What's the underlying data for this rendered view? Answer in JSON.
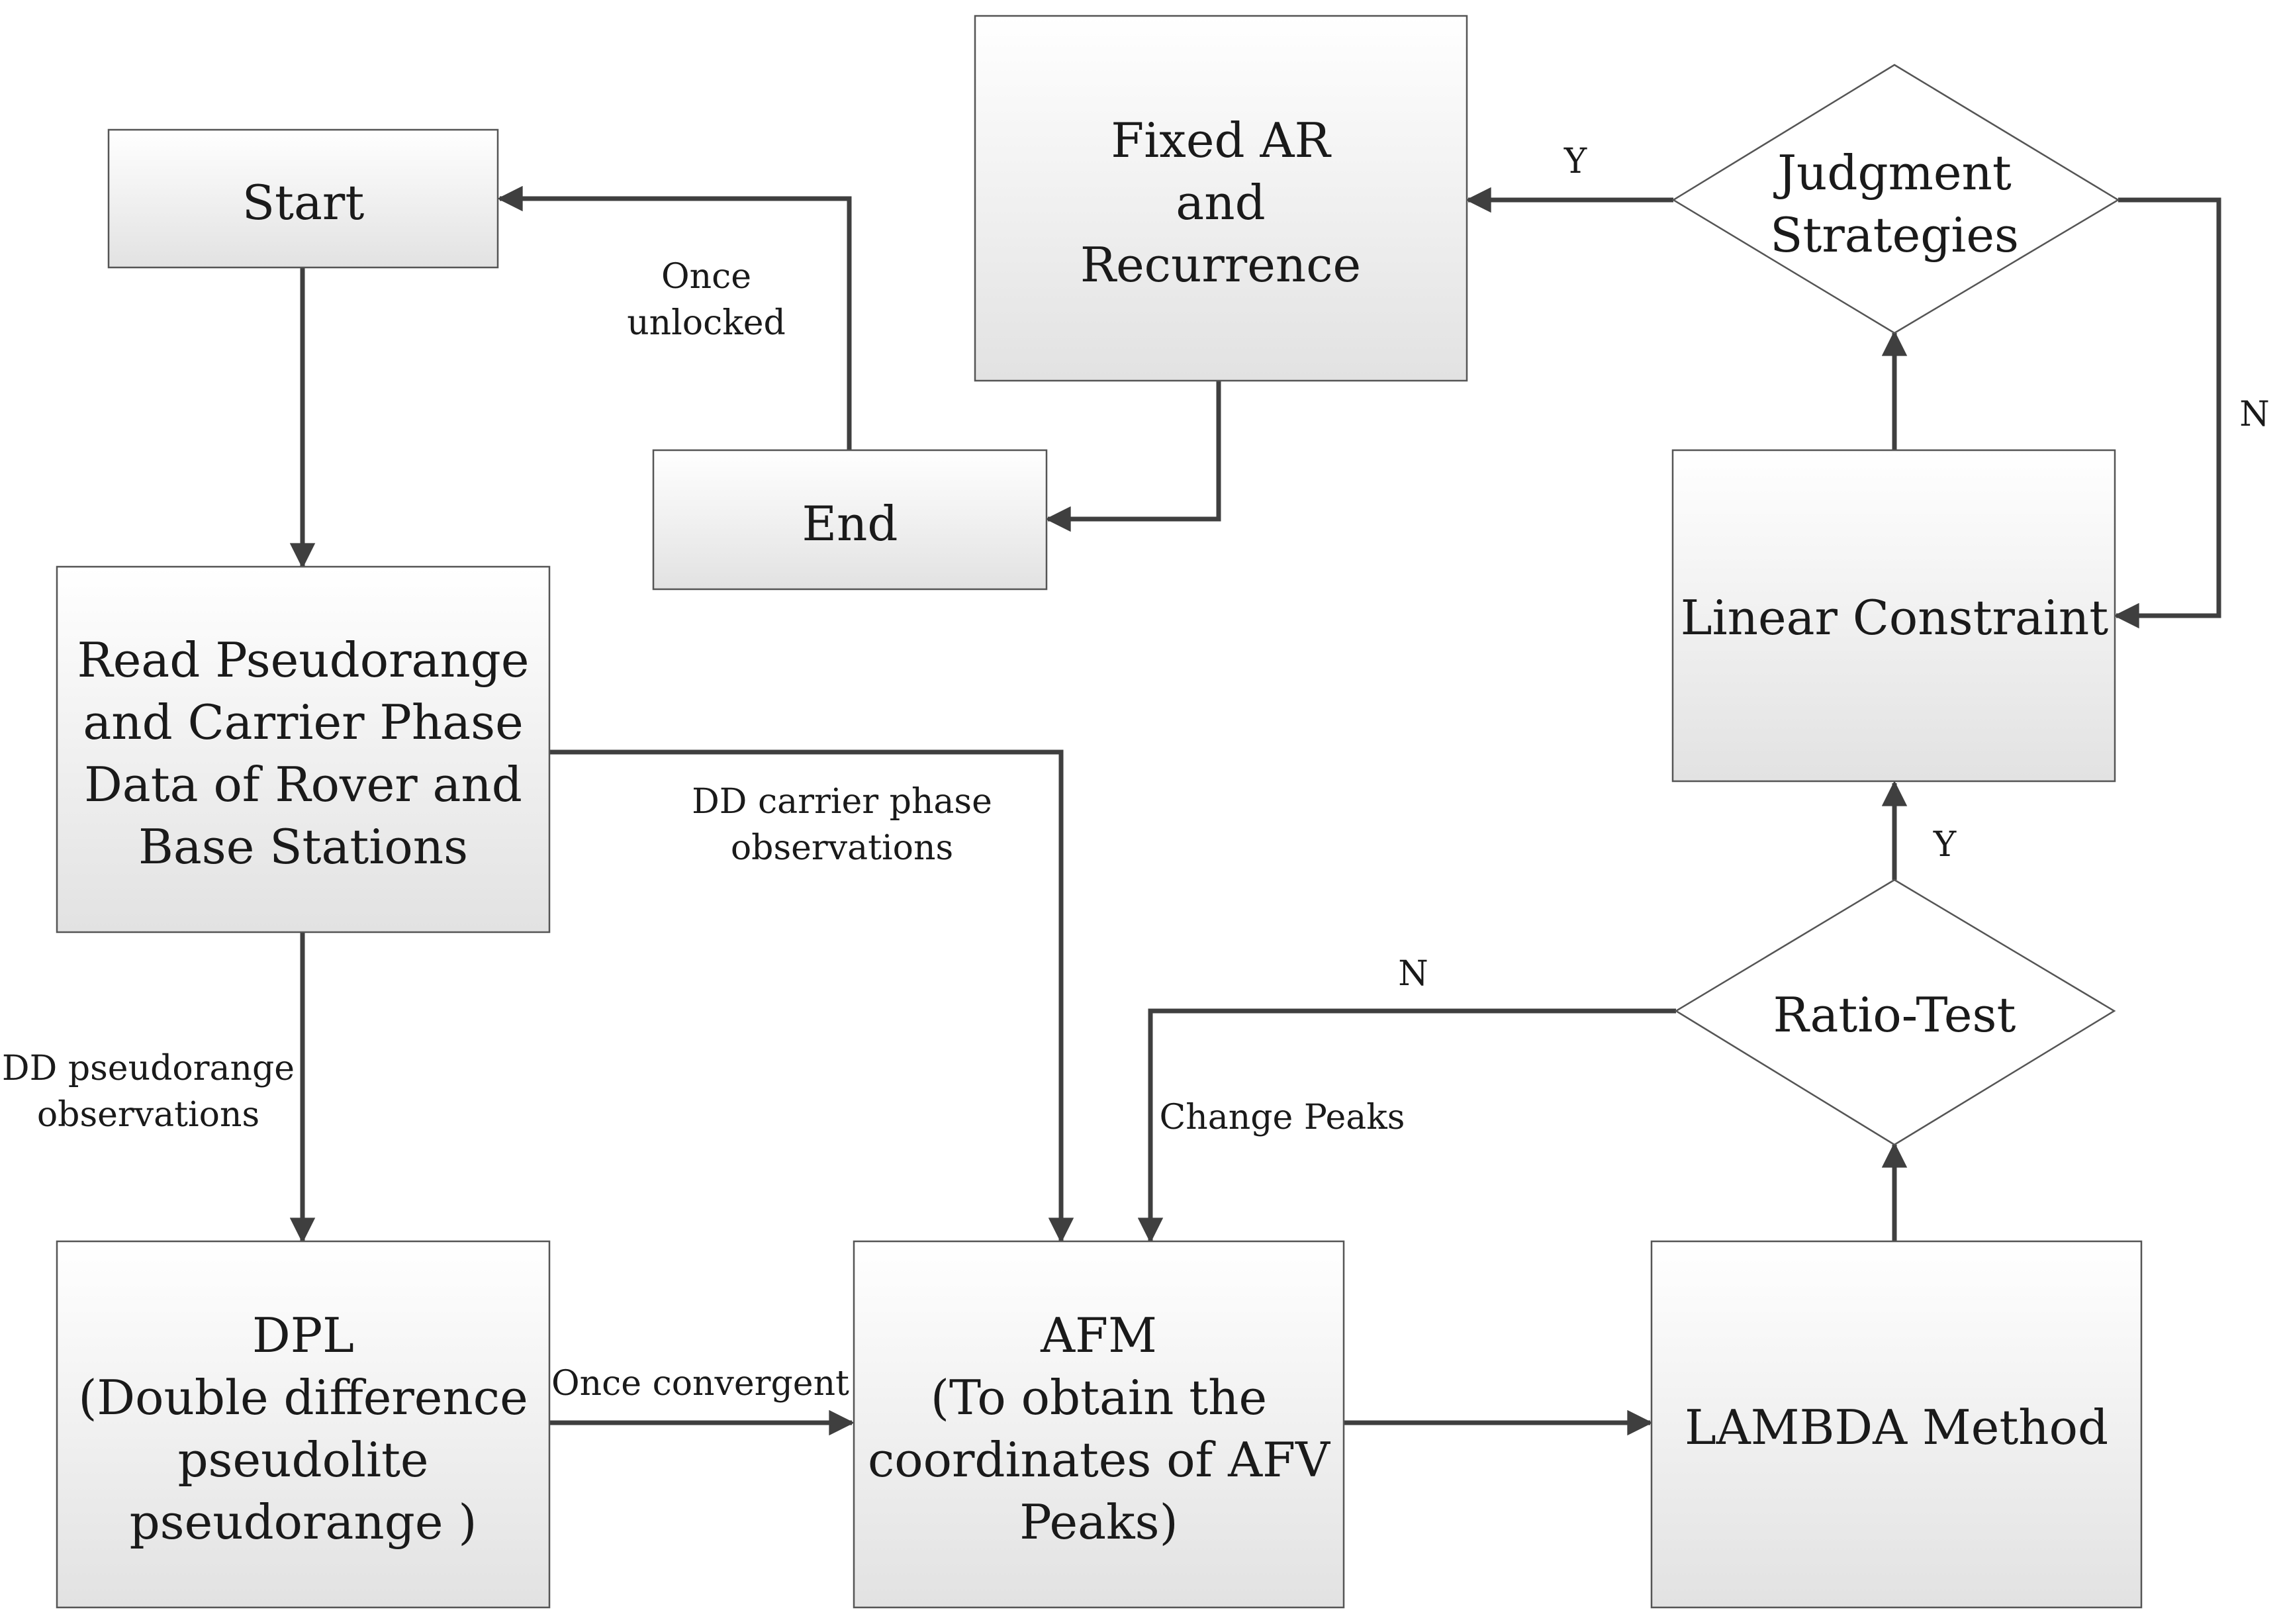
{
  "nodes": {
    "start": {
      "lines": [
        "Start"
      ]
    },
    "end": {
      "lines": [
        "End"
      ]
    },
    "fixed_ar": {
      "lines": [
        "Fixed AR",
        "and",
        "Recurrence"
      ]
    },
    "judgment": {
      "lines": [
        "Judgment",
        "Strategies"
      ]
    },
    "read_data": {
      "lines": [
        "Read Pseudorange",
        "and Carrier Phase",
        "Data of Rover and",
        "Base Stations"
      ]
    },
    "linear_constraint": {
      "lines": [
        "Linear Constraint"
      ]
    },
    "ratio_test": {
      "lines": [
        "Ratio-Test"
      ]
    },
    "dpl": {
      "lines": [
        "DPL",
        "(Double difference",
        "pseudolite",
        "pseudorange )"
      ]
    },
    "afm": {
      "lines": [
        "AFM",
        "(To obtain the",
        "coordinates of AFV",
        "Peaks)"
      ]
    },
    "lambda": {
      "lines": [
        "LAMBDA Method"
      ]
    }
  },
  "edge_labels": {
    "once_unlocked": [
      "Once",
      "unlocked"
    ],
    "judgment_yes": [
      "Y"
    ],
    "judgment_no": [
      "N"
    ],
    "dd_carrier": [
      "DD carrier phase",
      "observations"
    ],
    "dd_pseudorange": [
      "DD pseudorange",
      "observations"
    ],
    "ratio_no": [
      "N"
    ],
    "change_peaks": [
      "Change Peaks"
    ],
    "ratio_yes": [
      "Y"
    ],
    "once_convergent": [
      "Once convergent"
    ]
  }
}
